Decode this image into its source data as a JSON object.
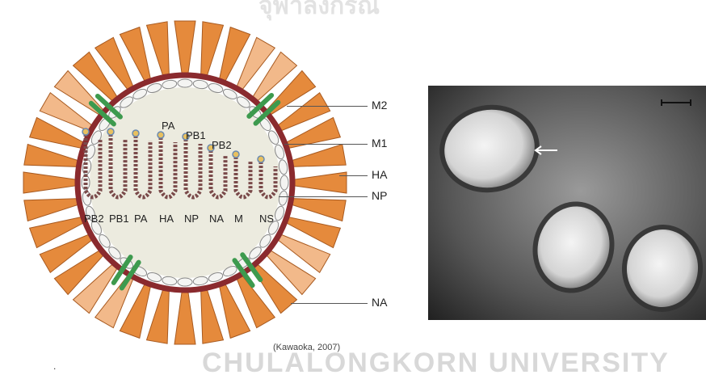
{
  "diagram": {
    "labels": {
      "m2": "M2",
      "m1": "M1",
      "ha": "HA",
      "np": "NP",
      "na": "NA"
    },
    "polymerase_labels": [
      "PA",
      "PB1",
      "PB2"
    ],
    "segments": [
      "PB2",
      "PB1",
      "PA",
      "HA",
      "NP",
      "NA",
      "M",
      "NS"
    ],
    "colors": {
      "spike": "#e58a3c",
      "spike_light": "#f2b98a",
      "membrane": "#8a2a2e",
      "m2_channel": "#3d9a4e",
      "interior": "#ecebdf",
      "m1": "#f4f4f2"
    }
  },
  "micrograph": {
    "scale_bar": true,
    "arrow": true,
    "panel_letter": ""
  },
  "citation": "(Kawaoka, 2007)",
  "watermark": {
    "bottom": "CHULALONGKORN UNIVERSITY",
    "top": "จุฬาลงกรณ์"
  }
}
